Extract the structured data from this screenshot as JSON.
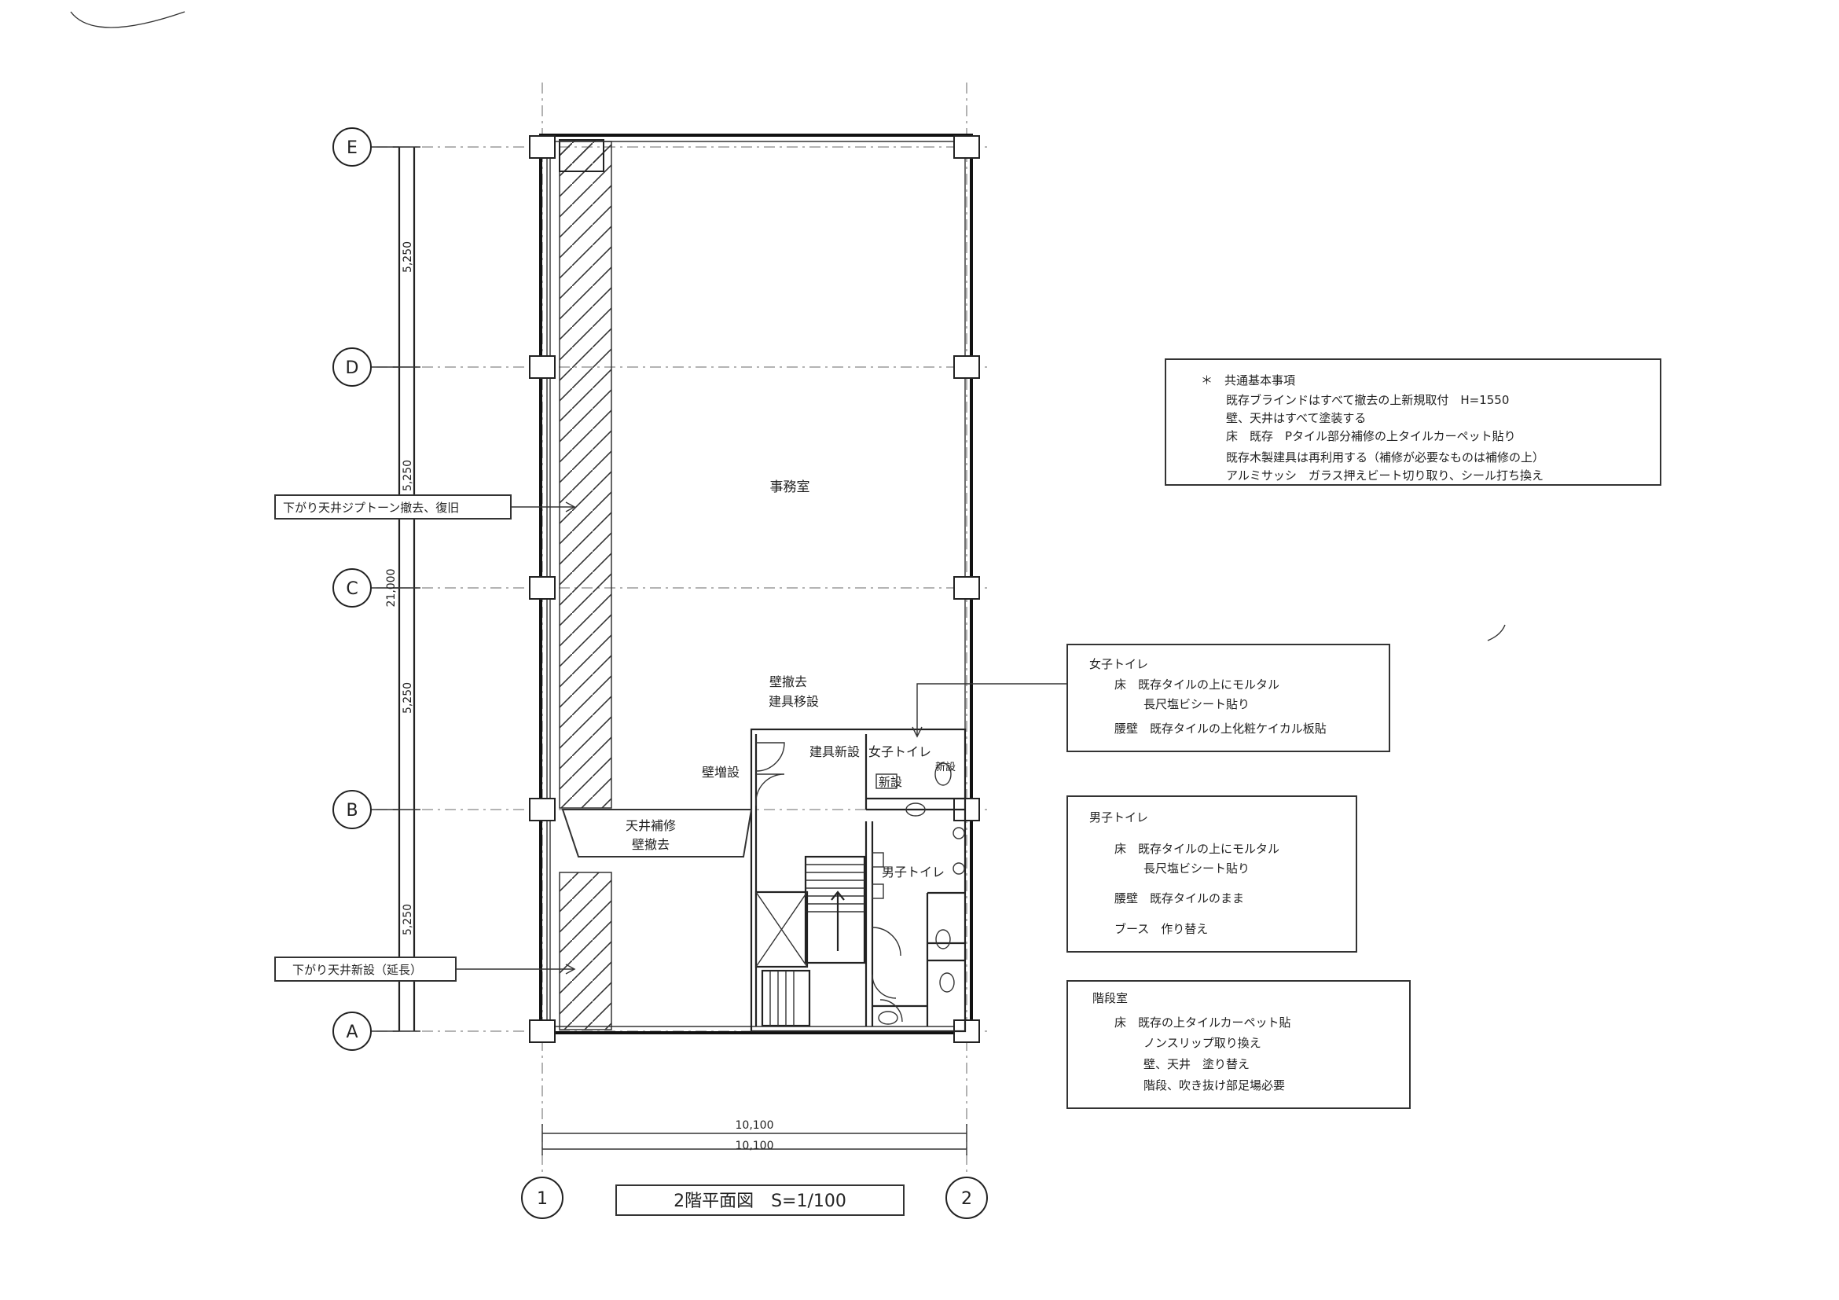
{
  "drawing": {
    "title": "2階平面図　S=1/100"
  },
  "grid": {
    "rows": [
      "E",
      "D",
      "C",
      "B",
      "A"
    ],
    "cols": [
      "1",
      "2"
    ],
    "spans_vertical": [
      "5,250",
      "5,250",
      "5,250",
      "5,250"
    ],
    "total_vertical": "21,000",
    "span_horizontal": "10,100",
    "total_horizontal": "10,100"
  },
  "rooms": {
    "office": "事務室",
    "womens_toilet": "女子トイレ",
    "mens_toilet": "男子トイレ",
    "wall_removal_fixture_relocation": [
      "壁撤去",
      "建具移設"
    ],
    "new_fixture": "建具新設",
    "wall_extension": "壁増設",
    "new_short": "新設",
    "ceiling_repair": [
      "天井補修",
      "壁撤去"
    ]
  },
  "callouts": {
    "ceiling_removal": "下がり天井ジプトーン撤去、復旧",
    "ceiling_extension": "下がり天井新設（延長）"
  },
  "notes": {
    "common": {
      "heading": "＊　共通基本事項",
      "lines": [
        "既存ブラインドはすべて撤去の上新規取付　H=1550",
        "壁、天井はすべて塗装する",
        "床　既存　Pタイル部分補修の上タイルカーペット貼り",
        "既存木製建具は再利用する（補修が必要なものは補修の上）",
        "アルミサッシ　ガラス押えビート切り取り、シール打ち換え"
      ]
    },
    "womens": {
      "heading": "女子トイレ",
      "lines": [
        "床　既存タイルの上にモルタル",
        "長尺塩ビシート貼り",
        "腰壁　既存タイルの上化粧ケイカル板貼"
      ]
    },
    "mens": {
      "heading": "男子トイレ",
      "lines": [
        "床　既存タイルの上にモルタル",
        "長尺塩ビシート貼り",
        "腰壁　既存タイルのまま",
        "ブース　作り替え"
      ]
    },
    "stair": {
      "heading": "階段室",
      "lines": [
        "床　既存の上タイルカーペット貼",
        "ノンスリップ取り換え",
        "壁、天井　塗り替え",
        "階段、吹き抜け部足場必要"
      ]
    }
  }
}
